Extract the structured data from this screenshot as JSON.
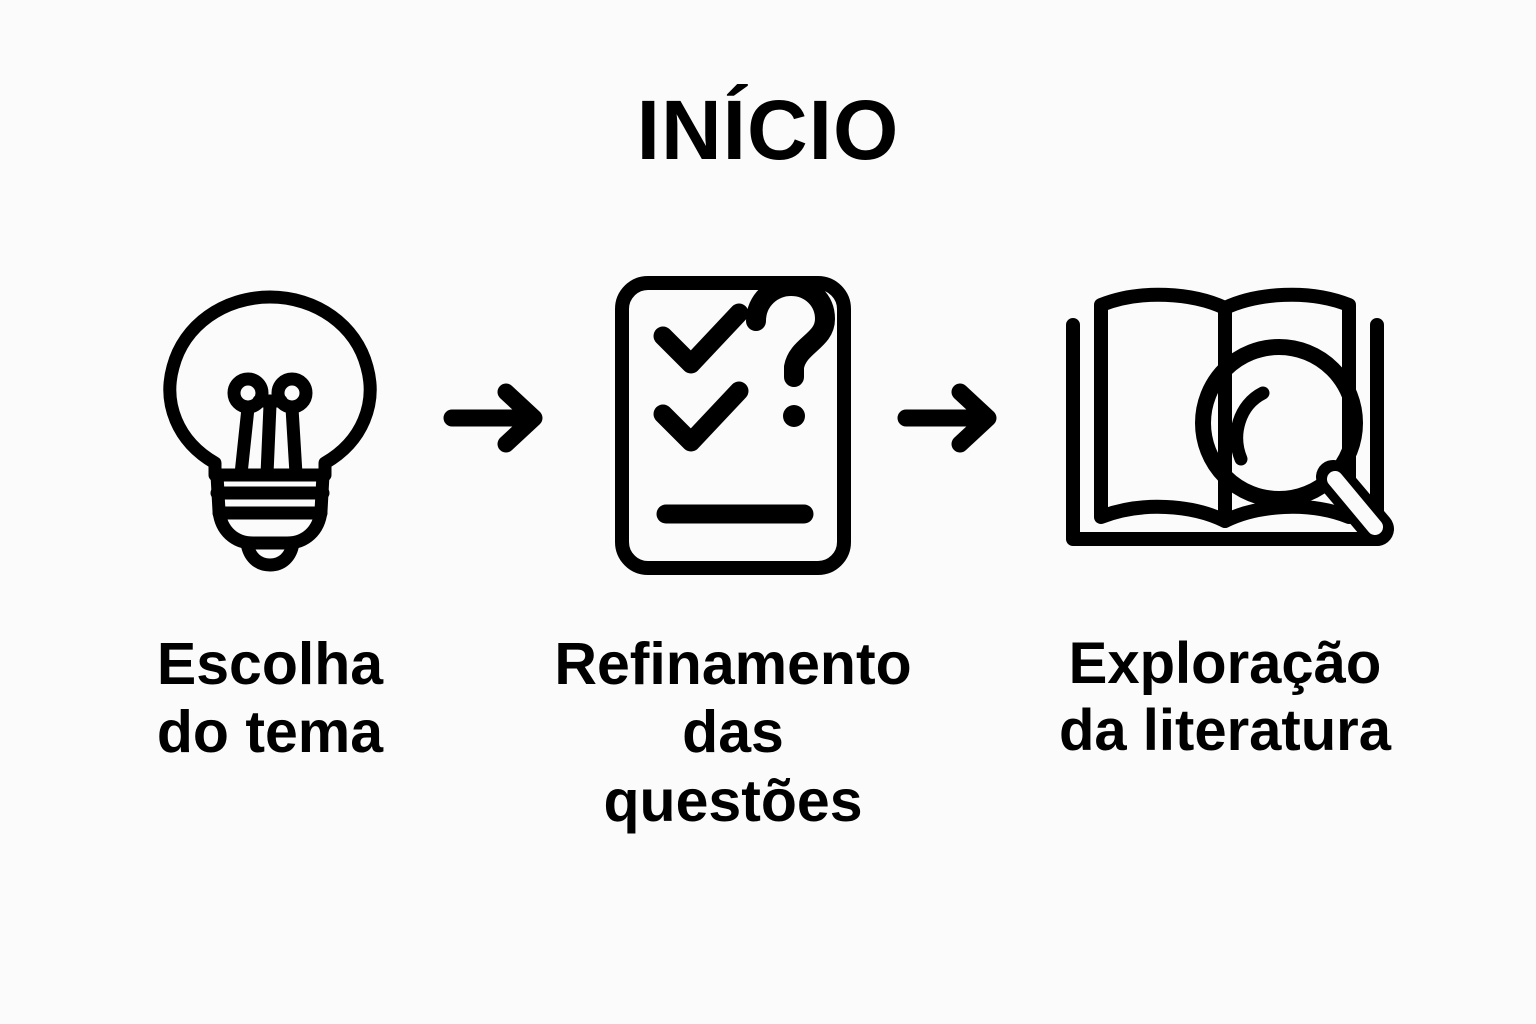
{
  "page": {
    "background_color": "#fbfbfb",
    "ink_color": "#000000",
    "language": "pt-BR"
  },
  "title": {
    "text": "INÍCIO"
  },
  "flow": {
    "steps": [
      {
        "id": "escolha-do-tema",
        "icon": "lightbulb-icon",
        "label": "Escolha\ndo tema",
        "label_line_1": "Escolha",
        "label_line_2": "do tema"
      },
      {
        "id": "refinamento-das-questoes",
        "icon": "checklist-question-document-icon",
        "label": "Refinamento\ndas questões",
        "label_line_1": "Refinamento",
        "label_line_2": "das questões"
      },
      {
        "id": "exploracao-da-literatura",
        "icon": "book-magnifier-icon",
        "label": "Exploração\nda literatura",
        "label_line_1": "Exploração",
        "label_line_2": "da literatura"
      }
    ],
    "connectors": [
      {
        "id": "arrow-1",
        "icon": "arrow-right-icon",
        "from": "escolha-do-tema",
        "to": "refinamento-das-questoes"
      },
      {
        "id": "arrow-2",
        "icon": "arrow-right-icon",
        "from": "refinamento-das-questoes",
        "to": "exploracao-da-literatura"
      }
    ]
  }
}
